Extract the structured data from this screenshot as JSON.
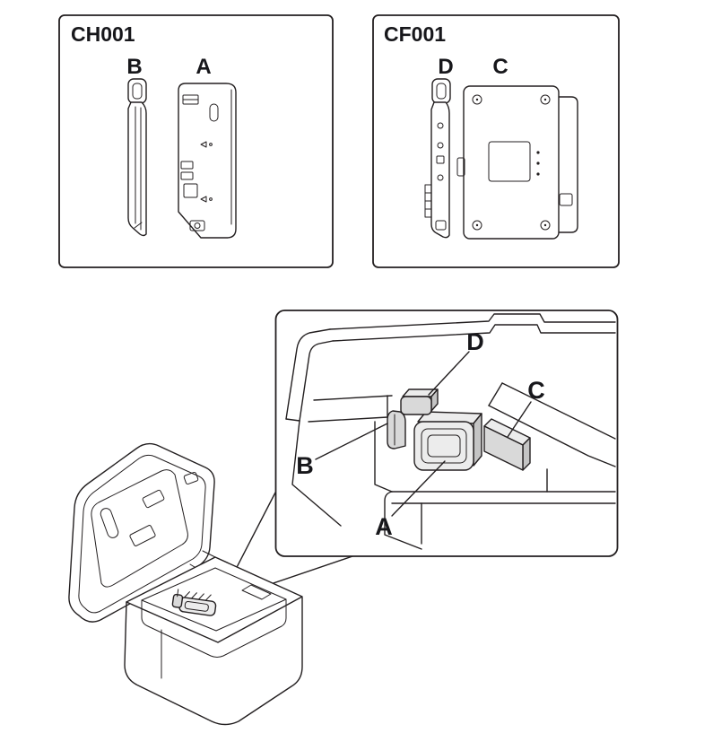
{
  "panel_ch001": {
    "title": "CH001",
    "part_left_label": "B",
    "part_right_label": "A"
  },
  "panel_cf001": {
    "title": "CF001",
    "part_left_label": "D",
    "part_right_label": "C"
  },
  "inset": {
    "label_d": "D",
    "label_c": "C",
    "label_b": "B",
    "label_a": "A"
  },
  "colors": {
    "line": "#231f20",
    "shade_light": "#ececec",
    "shade_mid": "#d9d9d9",
    "shade_dark": "#c4c4c4",
    "background": "#ffffff"
  }
}
